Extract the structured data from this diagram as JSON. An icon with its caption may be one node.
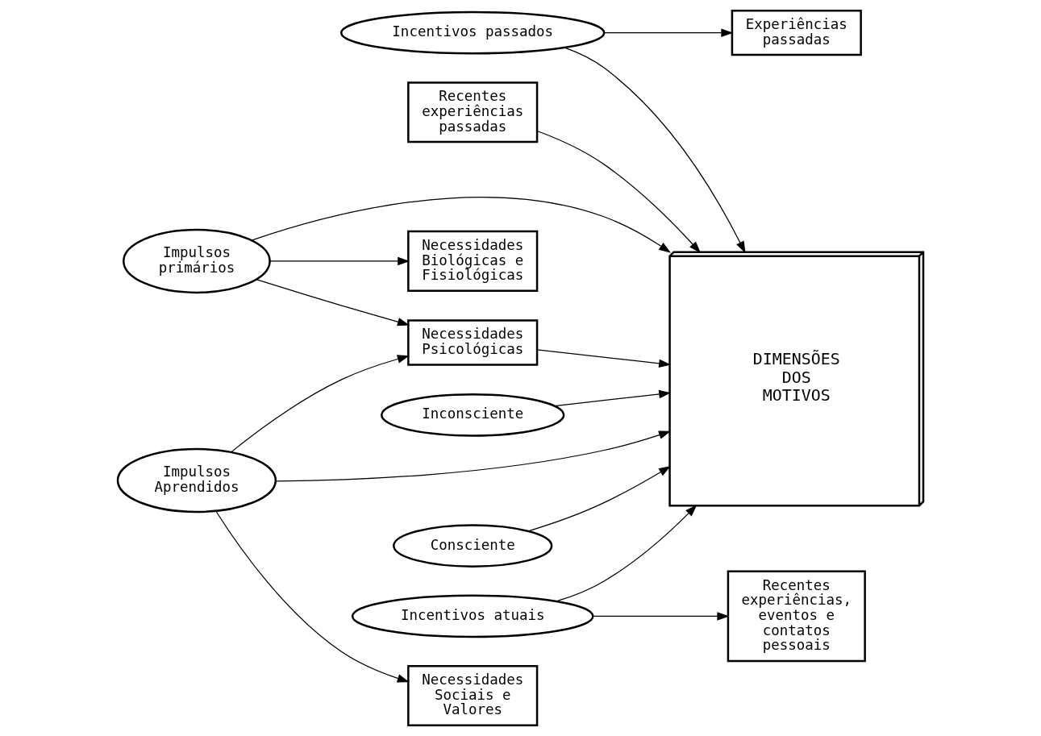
{
  "diagram": {
    "nodes": [
      {
        "text": [
          "Inconsciente"
        ]
      },
      {
        "text": [
          "Consciente"
        ]
      },
      {
        "text": [
          "DIMENSÕES DOS MOTIVOS"
        ]
      },
      {
        "text": [
          "Incentivos passados"
        ]
      },
      {
        "text": [
          "Experiências passadas"
        ]
      },
      {
        "text": [
          "Recentes experiências passadas"
        ]
      },
      {
        "text": [
          "Recentes experiências, eventos e contatos pessoais"
        ]
      },
      {
        "text": [
          "Incentivos atuais"
        ]
      },
      {
        "text": [
          "Impulsos primários"
        ]
      },
      {
        "text": [
          "Impulsos Aprendidos"
        ]
      },
      {
        "text": [
          "Necessidades Biológicas e Fisiológicas"
        ]
      },
      {
        "text": [
          "Necessidades Psicológicas"
        ]
      },
      {
        "text": [
          "Necessidades Sociais e Valores"
        ]
      }
    ],
    "edges": [
      {
        "from": 0,
        "to": 2,
        "arrow": "to"
      },
      {
        "from": 1,
        "to": 2,
        "arrow": "to"
      },
      {
        "from": 3,
        "to": 2,
        "arrow": "to"
      },
      {
        "from": 3,
        "to": 4,
        "arrow": "to"
      },
      {
        "from": 5,
        "to": 2,
        "arrow": "to"
      },
      {
        "from": 7,
        "to": 2,
        "arrow": "to"
      },
      {
        "from": 7,
        "to": 6,
        "arrow": "to"
      },
      {
        "from": 8,
        "to": 2,
        "arrow": "to"
      },
      {
        "from": 8,
        "to": 10,
        "arrow": "to"
      },
      {
        "from": 8,
        "to": 11,
        "arrow": "to"
      },
      {
        "from": 11,
        "to": 2,
        "arrow": "to"
      },
      {
        "from": 9,
        "to": 2,
        "arrow": "to"
      },
      {
        "from": 9,
        "to": 11,
        "arrow": "to"
      },
      {
        "from": 9,
        "to": 12,
        "arrow": "to"
      }
    ]
  }
}
